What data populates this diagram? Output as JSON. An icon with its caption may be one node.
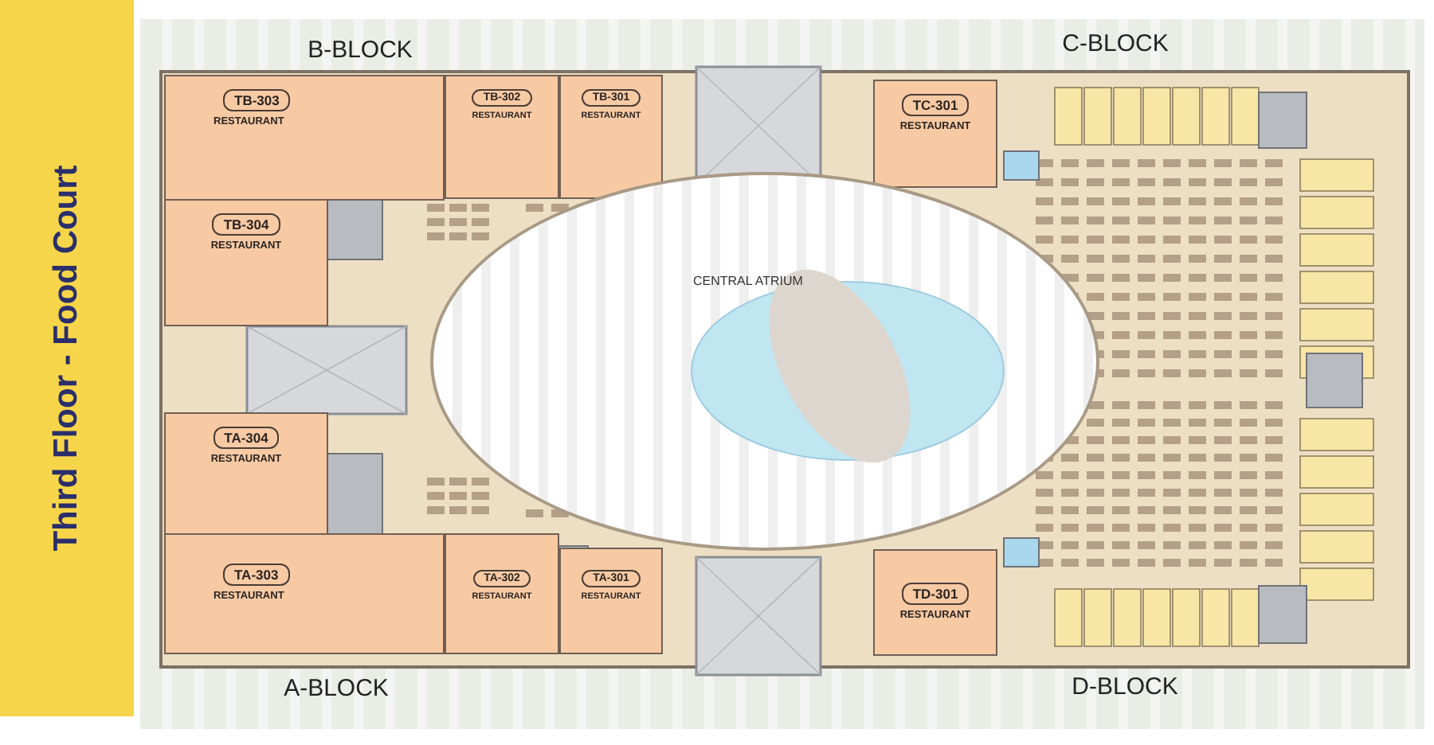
{
  "diagram": {
    "title": "Third Floor - Food Court",
    "nodes": [
      {
        "text": [
          "TB-303",
          "RESTAURANT"
        ]
      },
      {
        "text": [
          "TB-302",
          "RESTAURANT"
        ]
      },
      {
        "text": [
          "TB-301",
          "RESTAURANT"
        ]
      },
      {
        "text": [
          "TB-304",
          "RESTAURANT"
        ]
      },
      {
        "text": [
          "TC-301",
          "RESTAURANT"
        ]
      },
      {
        "text": [
          "CENTRAL ATRIUM"
        ]
      },
      {
        "text": [
          "TA-304",
          "RESTAURANT"
        ]
      },
      {
        "text": [
          "TA-303",
          "RESTAURANT"
        ]
      },
      {
        "text": [
          "TA-302",
          "RESTAURANT"
        ]
      },
      {
        "text": [
          "TA-301",
          "RESTAURANT"
        ]
      },
      {
        "text": [
          "TD-301",
          "RESTAURANT"
        ]
      }
    ],
    "labels": [
      "B-BLOCK",
      "C-BLOCK",
      "A-BLOCK",
      "D-BLOCK"
    ]
  }
}
